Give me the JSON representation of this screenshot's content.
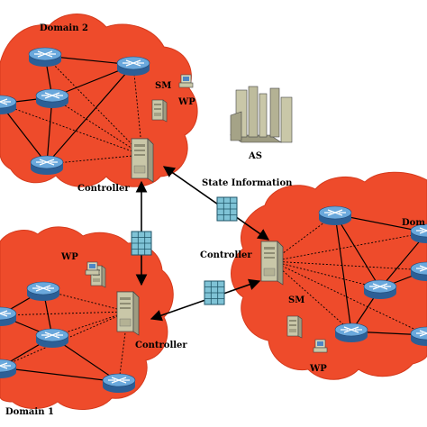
{
  "domains": [
    {
      "id": "d2",
      "label": "Domain 2",
      "color": "#ee4b2b"
    },
    {
      "id": "d1",
      "label": "Domain 1",
      "color": "#ee4b2b"
    },
    {
      "id": "d3",
      "label": "Dom",
      "color": "#ee4b2b"
    }
  ],
  "labels": {
    "as": "AS",
    "state_information": "State Information",
    "controller_d2": "Controller",
    "controller_d1": "Controller",
    "controller_d3": "Controller",
    "sm_d2": "SM",
    "wp_d2": "WP",
    "wp_d1": "WP",
    "sm_d3": "SM",
    "wp_d3": "WP"
  },
  "icons": {
    "router": "router-icon",
    "controller": "controller-server-icon",
    "server": "server-icon",
    "workstation": "workstation-icon",
    "as_cluster": "as-cluster-icon",
    "state_info": "state-information-icon"
  },
  "colors": {
    "router_fill": "#3a78b8",
    "router_top": "#6aa8dc",
    "server_fill": "#c9c7a8",
    "info_fill": "#7fc3d6",
    "line": "#000000"
  }
}
